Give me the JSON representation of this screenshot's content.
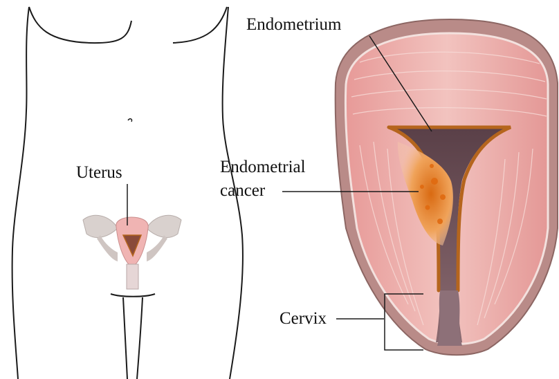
{
  "labels": {
    "uterus": "Uterus",
    "endometrium": "Endometrium",
    "endometrial_cancer_line1": "Endometrial",
    "endometrial_cancer_line2": "cancer",
    "cervix": "Cervix"
  },
  "colors": {
    "outline": "#1a1a1a",
    "uterus_outer": "#b88a86",
    "myometrium": "#e8a9a6",
    "myometrium_light": "#f3c9c4",
    "endometrium": "#b5651d",
    "cavity": "#7e5a63",
    "cancer": "#e8852a",
    "ovary_gray": "#d3cbc8"
  }
}
